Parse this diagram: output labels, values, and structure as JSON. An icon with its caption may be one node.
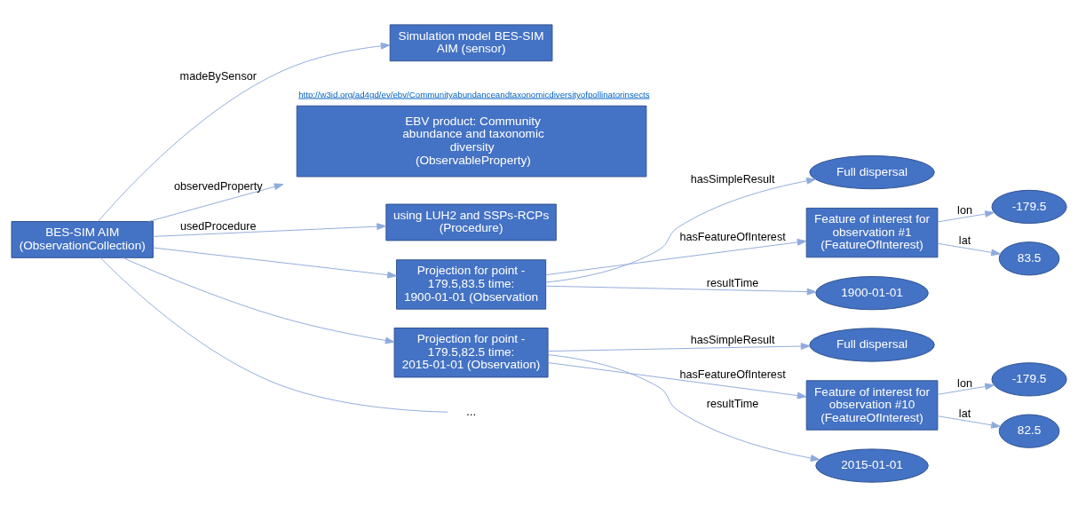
{
  "diagram": {
    "nodes": [
      {
        "text": [
          "Simulation model BES-SIM AIM (sensor)"
        ]
      },
      {
        "text": [
          "EBV product: Community abundance and taxonomic diversity (ObservableProperty)"
        ],
        "beside": [
          "http://w3id.org/ad4gd/ev/ebv/Communityabundanceandtaxonomicdiversityofpollinatorinsects"
        ]
      },
      {
        "text": [
          "BES-SIM AIM (ObservationCollection)"
        ]
      },
      {
        "text": [
          "using LUH2 and SSPs-RCPs (Procedure)"
        ]
      },
      {
        "text": [
          "Projection for point - 179.5,83.5 time: 1900-01-01 (Observation"
        ]
      },
      {
        "text": [
          "Full dispersal"
        ]
      },
      {
        "text": [
          "Feature of interest for observation #1 (FeatureOfInterest)"
        ]
      },
      {
        "text": [
          "1900-01-01"
        ]
      },
      {
        "text": [
          "-179.5"
        ]
      },
      {
        "text": [
          "83.5"
        ]
      },
      {
        "text": [
          "Projection for point - 179.5,82.5 time: 2015-01-01 (Observation)"
        ]
      },
      {
        "text": [
          "Full dispersal"
        ]
      },
      {
        "text": [
          "Feature of interest for observation #10 (FeatureOfInterest)"
        ]
      },
      {
        "text": [
          "2015-01-01"
        ]
      },
      {
        "text": [
          "-179.5"
        ]
      },
      {
        "text": [
          "82.5"
        ]
      },
      {
        "text": [
          "..."
        ]
      }
    ],
    "edges": [
      {
        "from": 2,
        "to": 0,
        "arrow": "to",
        "label": "madeBySensor"
      },
      {
        "from": 2,
        "to": 1,
        "arrow": "to",
        "label": "observedProperty"
      },
      {
        "from": 2,
        "to": 3,
        "arrow": "to",
        "label": "usedProcedure"
      },
      {
        "from": 2,
        "to": 4,
        "arrow": "to"
      },
      {
        "from": 2,
        "to": 10,
        "arrow": "to"
      },
      {
        "from": 2,
        "to": 16,
        "arrow": "none"
      },
      {
        "from": 4,
        "to": 5,
        "arrow": "to",
        "label": "hasSimpleResult"
      },
      {
        "from": 4,
        "to": 6,
        "arrow": "to",
        "label": "hasFeatureOfInterest"
      },
      {
        "from": 4,
        "to": 7,
        "arrow": "to",
        "label": "resultTime"
      },
      {
        "from": 6,
        "to": 8,
        "arrow": "to",
        "label": "lon"
      },
      {
        "from": 6,
        "to": 9,
        "arrow": "to",
        "label": "lat"
      },
      {
        "from": 10,
        "to": 11,
        "arrow": "to",
        "label": "hasSimpleResult"
      },
      {
        "from": 10,
        "to": 12,
        "arrow": "to",
        "label": "hasFeatureOfInterest"
      },
      {
        "from": 10,
        "to": 13,
        "arrow": "to",
        "label": "resultTime"
      },
      {
        "from": 12,
        "to": 14,
        "arrow": "to",
        "label": "lon"
      },
      {
        "from": 12,
        "to": 15,
        "arrow": "to",
        "label": "lat"
      }
    ]
  }
}
